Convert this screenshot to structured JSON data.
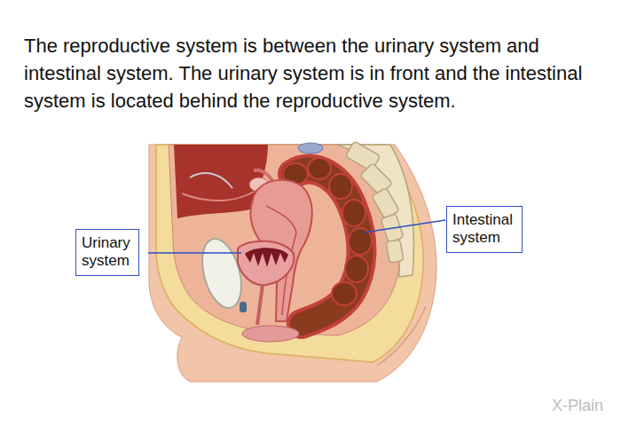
{
  "diagram": {
    "title": "The reproductive system is between the urinary system and intestinal system. The urinary system is in front and the intestinal system is located behind the reproductive system.",
    "nodes": [
      {
        "text": [
          "Urinary system"
        ]
      },
      {
        "text": [
          "Intestinal system"
        ]
      }
    ],
    "labels": [
      "X-Plain"
    ]
  }
}
